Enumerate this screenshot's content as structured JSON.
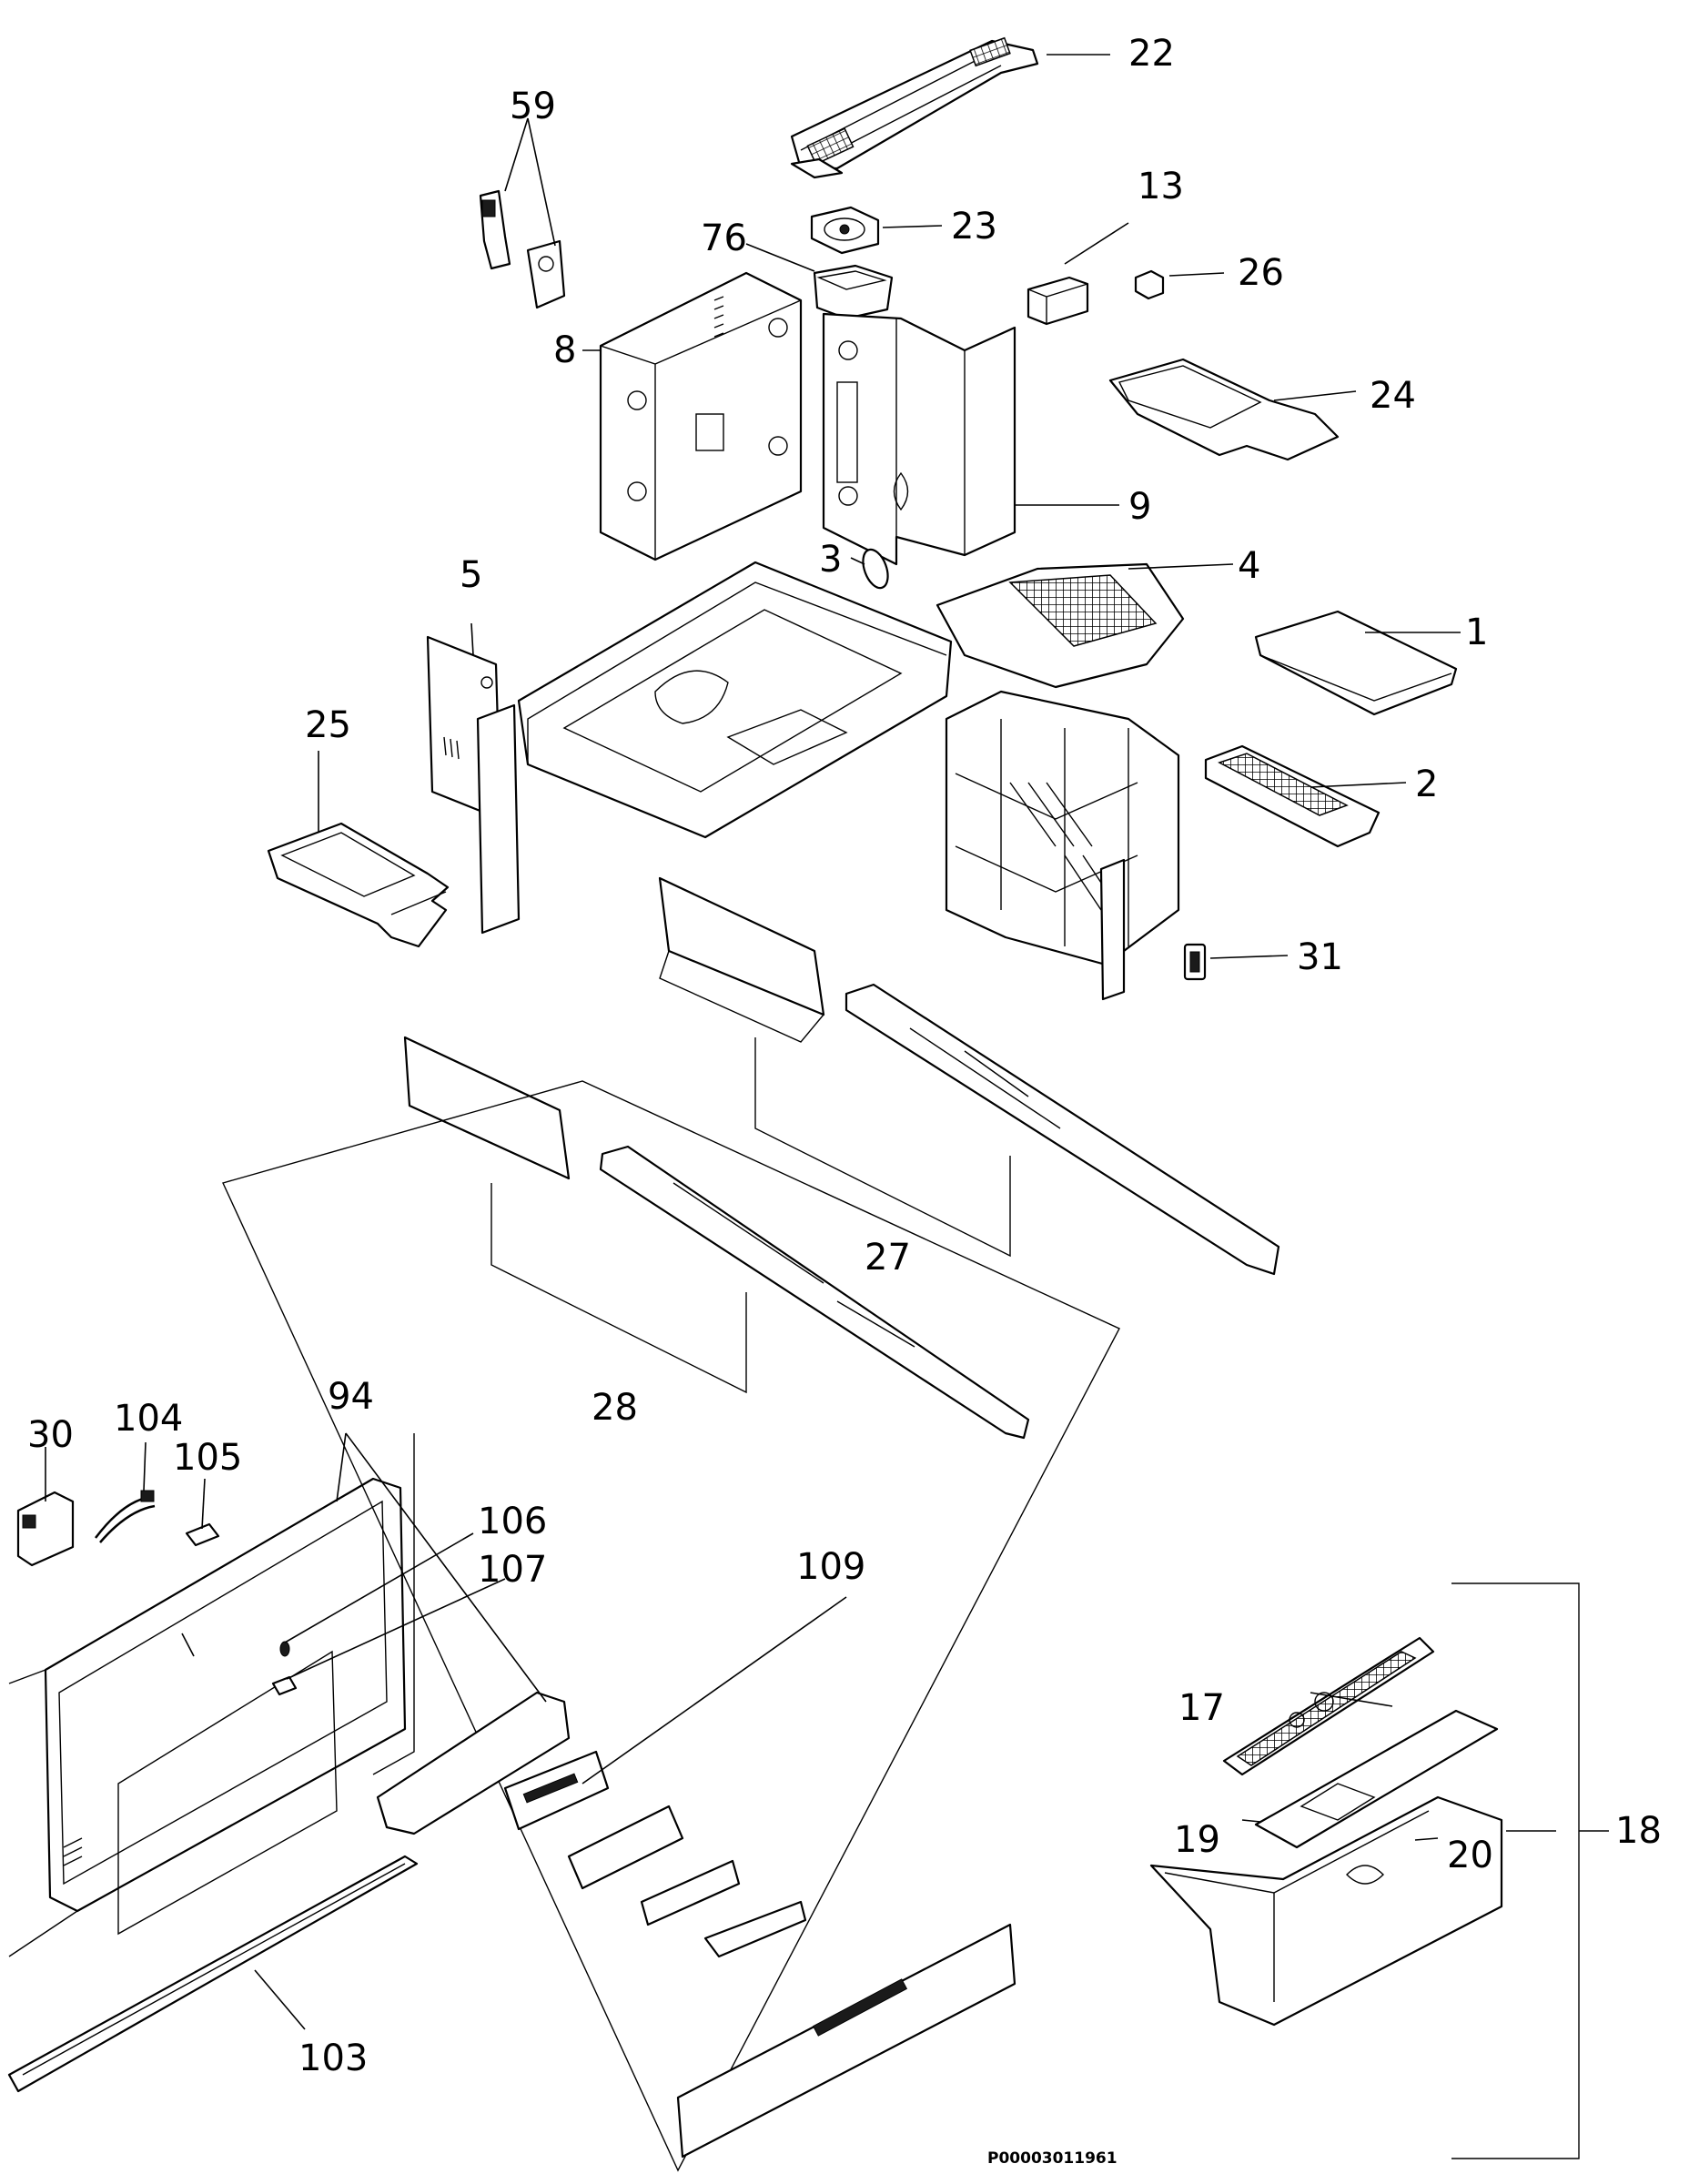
{
  "drawing_code": "P00003011961",
  "callouts": {
    "c1": "1",
    "c2": "2",
    "c3": "3",
    "c4": "4",
    "c5": "5",
    "c8": "8",
    "c9": "9",
    "c13": "13",
    "c17": "17",
    "c18": "18",
    "c19": "19",
    "c20": "20",
    "c22": "22",
    "c23": "23",
    "c24": "24",
    "c25": "25",
    "c26": "26",
    "c27": "27",
    "c28": "28",
    "c30": "30",
    "c31": "31",
    "c59": "59",
    "c76": "76",
    "c94": "94",
    "c103": "103",
    "c104": "104",
    "c105": "105",
    "c106": "106",
    "c107": "107",
    "c109": "109"
  }
}
